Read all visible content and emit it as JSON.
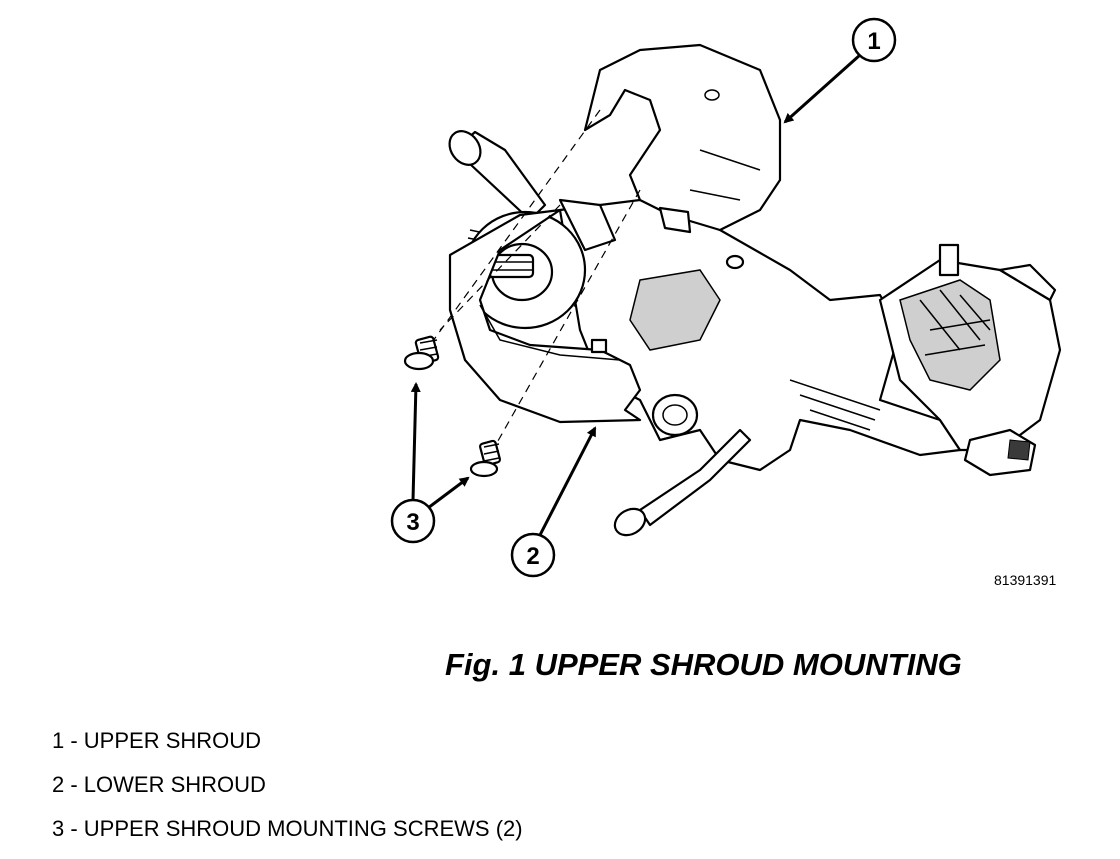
{
  "figure": {
    "number_id": "81391391",
    "caption": "Fig. 1 UPPER SHROUD MOUNTING"
  },
  "callouts": [
    {
      "number": "1",
      "target": "upper-shroud"
    },
    {
      "number": "2",
      "target": "lower-shroud"
    },
    {
      "number": "3",
      "target": "mounting-screws"
    }
  ],
  "legend": [
    {
      "text": "1 - UPPER SHROUD"
    },
    {
      "text": "2 - LOWER SHROUD"
    },
    {
      "text": "3 - UPPER SHROUD MOUNTING SCREWS (2)"
    }
  ]
}
